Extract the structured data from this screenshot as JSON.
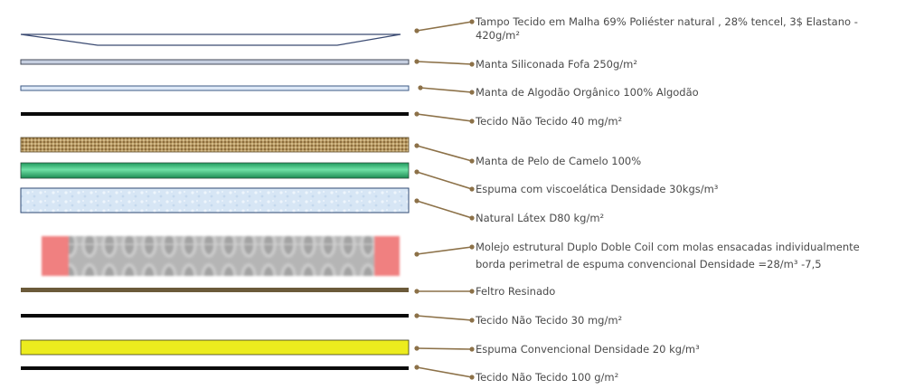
{
  "layers": [
    {
      "name": "tampo",
      "label_lines": [
        "Tampo Tecido em Malha 69% Poliéster natural , 28% tencel, 3$ Elastano  -",
        "420g/m²"
      ]
    },
    {
      "name": "manta-siliconada",
      "label_lines": [
        "Manta Siliconada Fofa 250g/m²"
      ]
    },
    {
      "name": "manta-algodao",
      "label_lines": [
        "Manta de Algodão Orgânico 100% Algodão"
      ]
    },
    {
      "name": "tnt-40",
      "label_lines": [
        "Tecido Não Tecido 40 mg/m²"
      ]
    },
    {
      "name": "pelo-camelo",
      "label_lines": [
        "Manta de Pelo de Camelo 100%"
      ]
    },
    {
      "name": "espuma-visco",
      "label_lines": [
        "Espuma com viscoelática Densidade 30kgs/m³"
      ]
    },
    {
      "name": "latex",
      "label_lines": [
        "Natural Látex  D80 kg/m²"
      ]
    },
    {
      "name": "molejo",
      "label_lines": [
        "Molejo estrutural  Duplo Doble Coil com molas ensacadas individualmente",
        "borda perimetral de espuma convencional Densidade =28/m³ -7,5"
      ]
    },
    {
      "name": "feltro",
      "label_lines": [
        "Feltro Resinado"
      ]
    },
    {
      "name": "tnt-30",
      "label_lines": [
        "Tecido Não Tecido 30 mg/m²"
      ]
    },
    {
      "name": "espuma-convencional",
      "label_lines": [
        "Espuma Convencional Densidade 20 kg/m³"
      ]
    },
    {
      "name": "tnt-100",
      "label_lines": [
        "Tecido Não Tecido 100 g/m²"
      ]
    }
  ],
  "colors": {
    "leader": "#8c7148",
    "label": "#4a4a4a"
  }
}
